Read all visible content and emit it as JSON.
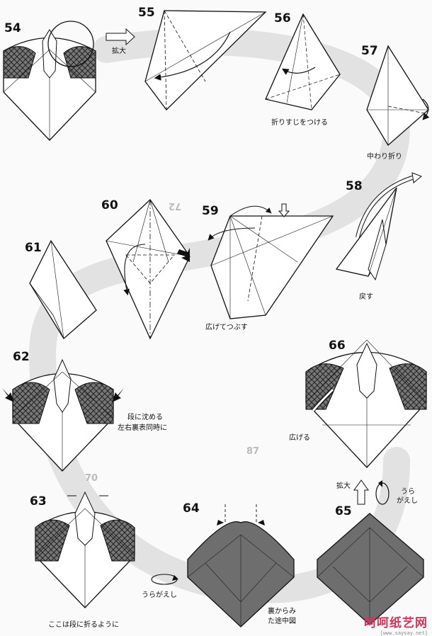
{
  "steps": {
    "s54": "54",
    "s55": "55",
    "s56": "56",
    "s57": "57",
    "s58": "58",
    "s59": "59",
    "s60": "60",
    "s61": "61",
    "s62": "62",
    "s63": "63",
    "s64": "64",
    "s65": "65",
    "s66": "66"
  },
  "captions": {
    "enlarge_top": "拡大",
    "crease": "折りすじをつける",
    "inside_reverse": "中わり折り",
    "return": "戻す",
    "spread_squash": "広げてつぶす",
    "sink_line1": "段に沈める",
    "sink_line2": "左右裏表同時に",
    "spread": "広げる",
    "enlarge_bottom": "拡大",
    "turn_over_line1": "うら",
    "turn_over_line2": "がえし",
    "turn_over": "うらがえし",
    "pleat_here": "ここは段に折るように",
    "view_back_line1": "裏からみ",
    "view_back_line2": "た途中図"
  },
  "background_numbers": {
    "n72": "72",
    "n87": "87",
    "n70": "70"
  },
  "watermark": {
    "site": "呵呵纸艺网",
    "url": "[www.saysay.net]"
  },
  "colors": {
    "paper_front": "#ffffff",
    "paper_back": "#6e6e6e",
    "line": "#111111",
    "watermark": "#d8325a"
  }
}
